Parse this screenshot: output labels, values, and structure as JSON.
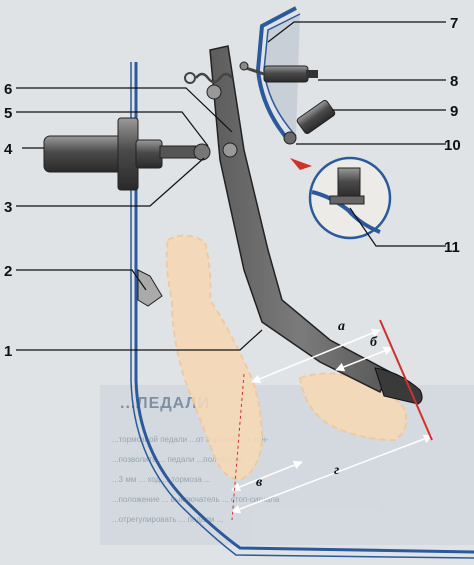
{
  "callouts": {
    "c1": "1",
    "c2": "2",
    "c3": "3",
    "c4": "4",
    "c5": "5",
    "c6": "6",
    "c7": "7",
    "c8": "8",
    "c9": "9",
    "c10": "10",
    "c11": "11"
  },
  "dimensions": {
    "a": "а",
    "b": "б",
    "v": "в",
    "g": "г"
  },
  "background_text": {
    "heading": "...ЛЕДАЛИ",
    "lines": [
      "...тормозной педали ...от верхней ... к кон-",
      "...позволить ... педали  ...полностью",
      "...3 мм ... ход ... тормоза ...",
      "...положение ... выключатель ... стоп-сигнала",
      "...отрегулировать ... педали ..."
    ]
  },
  "colors": {
    "background": "#dfe3e6",
    "pedal": "#6f6f6f",
    "floor_panel": "#2b5a9c",
    "dimension_red": "#d0312d",
    "foot_outline": "#f2c79a"
  }
}
